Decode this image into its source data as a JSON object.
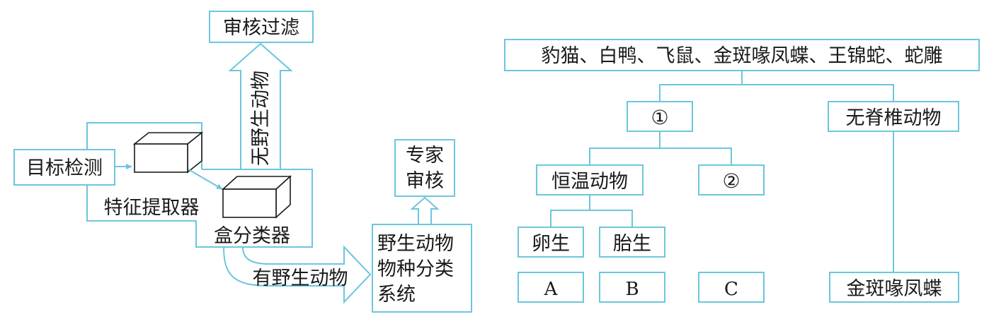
{
  "left_diagram": {
    "review_filter": "审核过滤",
    "no_wildlife": "无野生动物",
    "target_detection": "目标检测",
    "feature_extractor": "特征提取器",
    "box_classifier": "盒分类器",
    "expert_review_line1": "专家",
    "expert_review_line2": "审核",
    "has_wildlife": "有野生动物",
    "species_system_line1": "野生动物",
    "species_system_line2": "物种分类",
    "species_system_line3": "系统"
  },
  "right_diagram": {
    "root": "豹猫、白鸭、飞鼠、金斑喙凤蝶、王锦蛇、蛇雕",
    "node_1": "①",
    "invertebrate": "无脊椎动物",
    "warm_blooded": "恒温动物",
    "node_2": "②",
    "oviparous": "卵生",
    "viviparous": "胎生",
    "leaf_a": "A",
    "leaf_b": "B",
    "leaf_c": "C",
    "leaf_butterfly": "金斑喙凤蝶"
  },
  "colors": {
    "line": "#6cc6dc",
    "text": "#1a1a1a",
    "background": "#ffffff"
  }
}
